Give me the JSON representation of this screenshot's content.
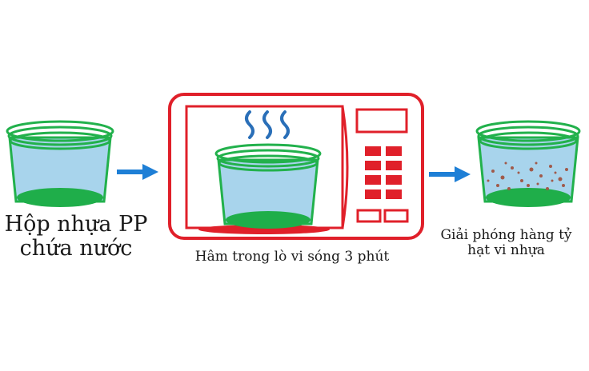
{
  "diagram": {
    "step1": {
      "line1": "Hộp nhựa PP",
      "line2": "chứa nước"
    },
    "step2": {
      "line1": "Hâm trong lò vi sóng 3 phút"
    },
    "step3": {
      "line1": "Giải phóng hàng tỷ",
      "line2": "hạt vi nhựa"
    }
  },
  "colors": {
    "container_rim": "#22b14c",
    "water": "#a8d4ec",
    "water_bottom": "#1fae4a",
    "arrow": "#1e7fd6",
    "microwave": "#e0202a",
    "steam": "#2a6fb8",
    "particles": "#a05a4a"
  },
  "icons": [
    "pp-container-icon",
    "arrow-right-icon",
    "microwave-icon",
    "steam-icon",
    "microplastic-particles-icon"
  ]
}
